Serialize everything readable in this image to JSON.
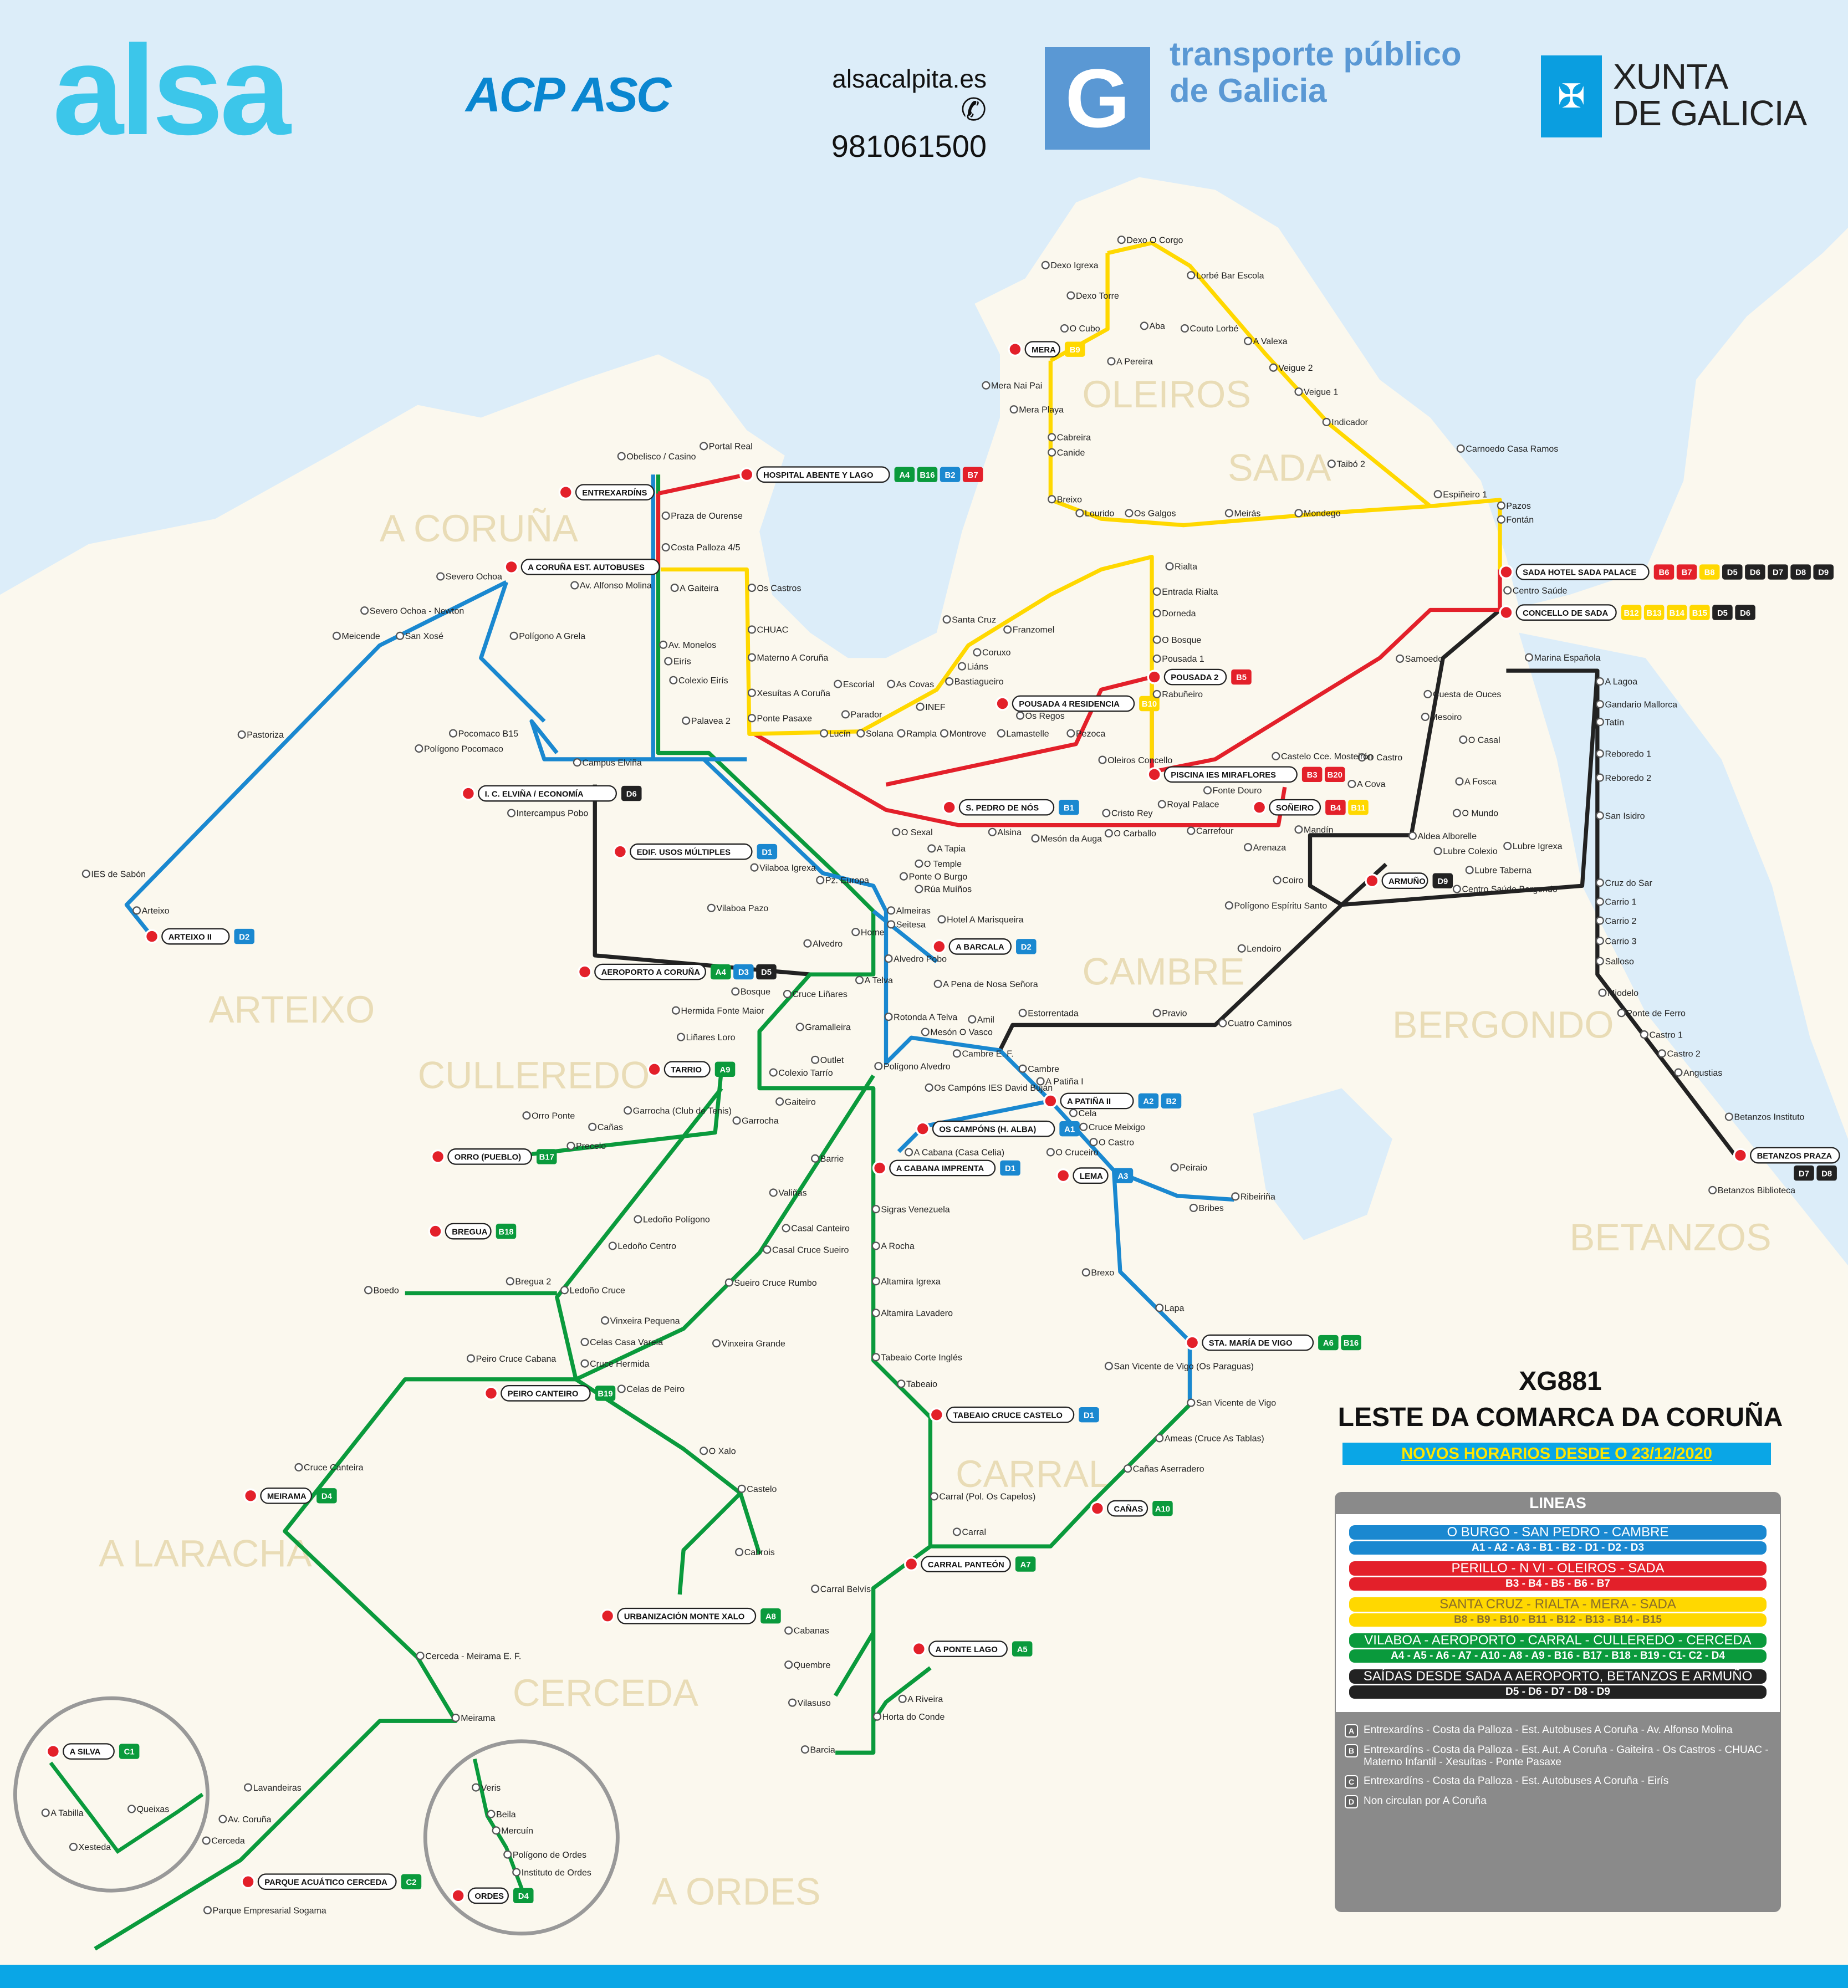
{
  "header": {
    "operator_logo": "alsa",
    "partner_logo": "ACP ASC",
    "website": "alsacalpita.es",
    "phone": "981061500",
    "tpg_logo_letter": "G",
    "tpg_line1": "transporte público",
    "tpg_line2": "de Galicia",
    "xunta_line1": "XUNTA",
    "xunta_line2": "DE GALICIA"
  },
  "title": {
    "code": "XG881",
    "name": "LESTE DA COMARCA DA CORUÑA",
    "notice": "NOVOS HORARIOS DESDE O 23/12/2020"
  },
  "colors": {
    "blue": "#1a88d0",
    "red": "#e3202a",
    "yellow": "#ffd800",
    "green": "#0a9a3c",
    "black": "#222222",
    "sea": "#dcedf9",
    "land": "#fbf8ee"
  },
  "legend": {
    "heading": "LINEAS",
    "groups": [
      {
        "name": "O BURGO - SAN PEDRO - CAMBRE",
        "lines": "A1 - A2 - A3 - B1 - B2 - D1 - D2 - D3",
        "color": "#1a88d0",
        "text": "#ffffff"
      },
      {
        "name": "PERILLO - N VI - OLEIROS - SADA",
        "lines": "B3 - B4 - B5 - B6 - B7",
        "color": "#e3202a",
        "text": "#ffffff"
      },
      {
        "name": "SANTA CRUZ - RIALTA - MERA - SADA",
        "lines": "B8 - B9 - B10 - B11 - B12 - B13 - B14 - B15",
        "color": "#ffd800",
        "text": "#8a6d2a"
      },
      {
        "name": "VILABOA - AEROPORTO - CARRAL - CULLEREDO - CERCEDA",
        "lines": "A4 - A5 - A6 - A7 - A10 - A8 - A9 - B16 - B17 - B18 - B19 - C1- C2 - D4",
        "color": "#0a9a3c",
        "text": "#ffffff"
      },
      {
        "name": "SAÍDAS DESDE SADA A AEROPORTO, BETANZOS E ARMUÑO",
        "lines": "D5 - D6 - D7 - D8 - D9",
        "color": "#222222",
        "text": "#ffffff"
      }
    ],
    "notes": [
      {
        "key": "A",
        "text": "Entrexardíns - Costa da Palloza - Est. Autobuses A Coruña - Av. Alfonso Molina"
      },
      {
        "key": "B",
        "text": "Entrexardíns - Costa da Palloza - Est. Aut. A Coruña - Gaiteira - Os Castros - CHUAC - Materno Infantil - Xesuítas - Ponte Pasaxe"
      },
      {
        "key": "C",
        "text": "Entrexardíns - Costa da Palloza - Est. Autobuses A Coruña - Eirís"
      },
      {
        "key": "D",
        "text": "Non circulan por A Coruña"
      }
    ]
  },
  "municipalities": [
    "A CORUÑA",
    "OLEIROS",
    "SADA",
    "ARTEIXO",
    "CULLEREDO",
    "CAMBRE",
    "BERGONDO",
    "BETANZOS",
    "CARRAL",
    "A LARACHA",
    "CERCEDA",
    "A ORDES"
  ],
  "terminals": [
    {
      "name": "HOSPITAL ABENTE Y LAGO",
      "badges": [
        "A4",
        "B16",
        "B2",
        "B7"
      ]
    },
    {
      "name": "ENTREXARDÍNS",
      "badges": []
    },
    {
      "name": "A CORUÑA EST. AUTOBUSES",
      "badges": []
    },
    {
      "name": "MERA",
      "badges": [
        "B9"
      ]
    },
    {
      "name": "SADA HOTEL SADA PALACE",
      "badges": [
        "B6",
        "B7",
        "B8",
        "D5",
        "D6",
        "D7",
        "D8",
        "D9"
      ]
    },
    {
      "name": "CONCELLO DE SADA",
      "badges": [
        "B12",
        "B13",
        "B14",
        "B15",
        "D5",
        "D6"
      ]
    },
    {
      "name": "POUSADA 4 RESIDENCIA",
      "badges": [
        "B10"
      ]
    },
    {
      "name": "POUSADA 2",
      "badges": [
        "B5"
      ]
    },
    {
      "name": "PISCINA IES MIRAFLORES",
      "badges": [
        "B3",
        "B20"
      ]
    },
    {
      "name": "SOÑEIRO",
      "badges": [
        "B4",
        "B11"
      ]
    },
    {
      "name": "S. PEDRO DE NÓS",
      "badges": [
        "B1"
      ]
    },
    {
      "name": "I. C. ELVIÑA / ECONOMÍA",
      "badges": [
        "D6"
      ]
    },
    {
      "name": "EDIF. USOS MÚLTIPLES",
      "badges": [
        "D1"
      ]
    },
    {
      "name": "ARTEIXO II",
      "badges": [
        "D2"
      ]
    },
    {
      "name": "AEROPORTO A CORUÑA",
      "badges": [
        "A4",
        "D3",
        "D5"
      ]
    },
    {
      "name": "A BARCALA",
      "badges": [
        "D2"
      ]
    },
    {
      "name": "ARMUÑO",
      "badges": [
        "D9"
      ]
    },
    {
      "name": "BETANZOS PRAZA",
      "badges": [
        "D7",
        "D8"
      ]
    },
    {
      "name": "TARRIO",
      "badges": [
        "A9"
      ]
    },
    {
      "name": "ORRO (PUEBLO)",
      "badges": [
        "B17"
      ]
    },
    {
      "name": "BREGUA",
      "badges": [
        "B18"
      ]
    },
    {
      "name": "OS CAMPÓNS (H. ALBA)",
      "badges": [
        "A1"
      ]
    },
    {
      "name": "A PATIÑA II",
      "badges": [
        "A2",
        "B2"
      ]
    },
    {
      "name": "A CABANA IMPRENTA",
      "badges": [
        "D1"
      ]
    },
    {
      "name": "LEMA",
      "badges": [
        "A3"
      ]
    },
    {
      "name": "STA. MARÍA DE VIGO",
      "badges": [
        "A6",
        "B16"
      ]
    },
    {
      "name": "PEIRO CANTEIRO",
      "badges": [
        "B19"
      ]
    },
    {
      "name": "TABEAIO CRUCE CASTELO",
      "badges": [
        "D1"
      ]
    },
    {
      "name": "CAÑAS",
      "badges": [
        "A10"
      ]
    },
    {
      "name": "MEIRAMA",
      "badges": [
        "D4"
      ]
    },
    {
      "name": "CARRAL PANTEÓN",
      "badges": [
        "A7"
      ]
    },
    {
      "name": "URBANIZACIÓN MONTE XALO",
      "badges": [
        "A8"
      ]
    },
    {
      "name": "A PONTE LAGO",
      "badges": [
        "A5"
      ]
    },
    {
      "name": "PARQUE ACUÁTICO CERCEDA",
      "badges": [
        "C2"
      ]
    },
    {
      "name": "A SILVA",
      "badges": [
        "C1"
      ]
    },
    {
      "name": "ORDES",
      "badges": [
        "D4"
      ]
    }
  ],
  "stops": [
    "Obelisco / Casino",
    "Portal Real",
    "Praza de Ourense",
    "Costa Palloza 4/5",
    "A Gaiteira",
    "Os Castros",
    "CHUAC",
    "Materno A Coruña",
    "Xesuítas A Coruña",
    "Ponte Pasaxe",
    "Av. Monelos",
    "Eirís",
    "Colexio Eirís",
    "Palavea 2",
    "Av. Alfonso Molina",
    "Severo Ochoa",
    "Severo Ochoa - Newton",
    "Meicende",
    "San Xosé",
    "Polígono A Grela",
    "Pastoriza",
    "Pocomaco B15",
    "Polígono Pocomaco",
    "Campus Elviña",
    "Intercampus Pobo",
    "IES de Sabón",
    "Arteixo",
    "Dexo O Corgo",
    "Dexo Igrexa",
    "Lorbé Bar Escola",
    "Dexo Torre",
    "Aba",
    "O Cubo",
    "Couto Lorbé",
    "A Valexa",
    "A Pereira",
    "Veigue 2",
    "Veigue 1",
    "Mera Nai Pai",
    "Mera Playa",
    "Indicador",
    "Cabreira",
    "Canide",
    "Taibó 2",
    "Carnoedo Casa Ramos",
    "Breixo",
    "Lourido",
    "Os Galgos",
    "Meirás",
    "Mondego",
    "Espiñeiro 1",
    "Pazos",
    "Fontán",
    "Centro Saúde",
    "Rialta",
    "Entrada Rialta",
    "Dorneda",
    "O Bosque",
    "Pousada 1",
    "Rabuñeiro",
    "Santa Cruz",
    "Franzomel",
    "Coruxo",
    "Liáns",
    "Bastiagueiro",
    "INEF",
    "Escorial",
    "As Covas",
    "Parador",
    "Lucín",
    "Solana",
    "Rampla",
    "Montrove",
    "Lamastelle",
    "Pezoca",
    "Os Regos",
    "Oleiros Concello",
    "Castelo Cce. Mosteirón",
    "A Cova",
    "Fonte Douro",
    "Royal Palace",
    "Carrefour",
    "Arenaza",
    "Alsina",
    "Mesón da Auga",
    "O Carballo",
    "Cristo Rey",
    "O Sexal",
    "A Tapia",
    "O Temple",
    "Ponte O Burgo",
    "Rúa Muíños",
    "Hotel A Marisqueira",
    "A Pena de Nosa Señora",
    "Amil",
    "Estorrentada",
    "Pravio",
    "Cuatro Caminos",
    "Lendoiro",
    "Polígono Espíritu Santo",
    "Coiro",
    "Mandín",
    "Aldea Alborelle",
    "Lubre Colexio",
    "O Castro",
    "Samoedo",
    "Cuesta de Ouces",
    "Mesoiro",
    "O Casal",
    "A Fosca",
    "O Mundo",
    "Marina Española",
    "A Lagoa",
    "Gandario Mallorca",
    "Tatín",
    "Reboredo 1",
    "Reboredo 2",
    "San Isidro",
    "Lubre Igrexa",
    "Lubre Taberna",
    "Centro Saúde Bergondo",
    "Cruz do Sar",
    "Carrio 1",
    "Carrio 2",
    "Carrio 3",
    "Salloso",
    "Miodelo",
    "Ponte de Ferro",
    "Castro 1",
    "Castro 2",
    "Angustias",
    "Betanzos Instituto",
    "Betanzos Biblioteca",
    "Pz. Europa",
    "Vilaboa Igrexa",
    "Vilaboa Pazo",
    "Alvedro",
    "Almeiras",
    "Seitesa",
    "Home",
    "Alvedro Pobo",
    "A Telva",
    "Cruce Liñares",
    "Bosque",
    "Hermida Fonte Maior",
    "Liñares Loro",
    "Gramalleira",
    "Outlet",
    "Rotonda A Telva",
    "Mesón O Vasco",
    "Polígono Alvedro",
    "Cambre E. F.",
    "Cambre",
    "A Patiña I",
    "Os Campóns IES David Buján",
    "A Cabana (Casa Celia)",
    "Cela",
    "Cruce Meixigo",
    "O Castro",
    "O Cruceiro",
    "Peiraio",
    "Bribes",
    "Ribeiriña",
    "Brexo",
    "Lapa",
    "San Vicente de Vigo (Os Paraguas)",
    "San Vicente de Vigo",
    "Ameas (Cruce As Tablas)",
    "Cañas Aserradero",
    "Carral (Pol. Os Capelos)",
    "Carral",
    "Colexio Tarrío",
    "Gaiteiro",
    "Garrocha",
    "Garrocha (Club de Tenis)",
    "Cañas",
    "Precelo",
    "Orro Ponte",
    "Barrie",
    "Valiñas",
    "Sigras Venezuela",
    "A Rocha",
    "Altamira Igrexa",
    "Altamira Lavadero",
    "Tabeaio Corte Inglés",
    "Tabeaio",
    "Ledoño Polígono",
    "Ledoño Centro",
    "Ledoño Cruce",
    "Bregua 2",
    "Boedo",
    "Casal Canteiro",
    "Casal Cruce Sueiro",
    "Sueiro Cruce Rumbo",
    "Vinxeira Pequena",
    "Vinxeira Grande",
    "Celas Casa Vareia",
    "Cruce Hermida",
    "Celas de Peiro",
    "Peiro Cruce Cabana",
    "O Xalo",
    "Castelo",
    "Cabrois",
    "Cruce Canteira",
    "Cerceda - Meirama E. F.",
    "Meirama",
    "Lavandeiras",
    "Av. Coruña",
    "Cerceda",
    "Parque Empresarial Sogama",
    "Carral Belvís",
    "Cabanas",
    "Quembre",
    "Vilasuso",
    "Barcia",
    "A Riveira",
    "Horta do Conde",
    "A Tabilla",
    "Queixas",
    "Xesteda",
    "Veris",
    "Beila",
    "Mercuín",
    "Polígono de Ordes",
    "Instituto de Ordes"
  ]
}
